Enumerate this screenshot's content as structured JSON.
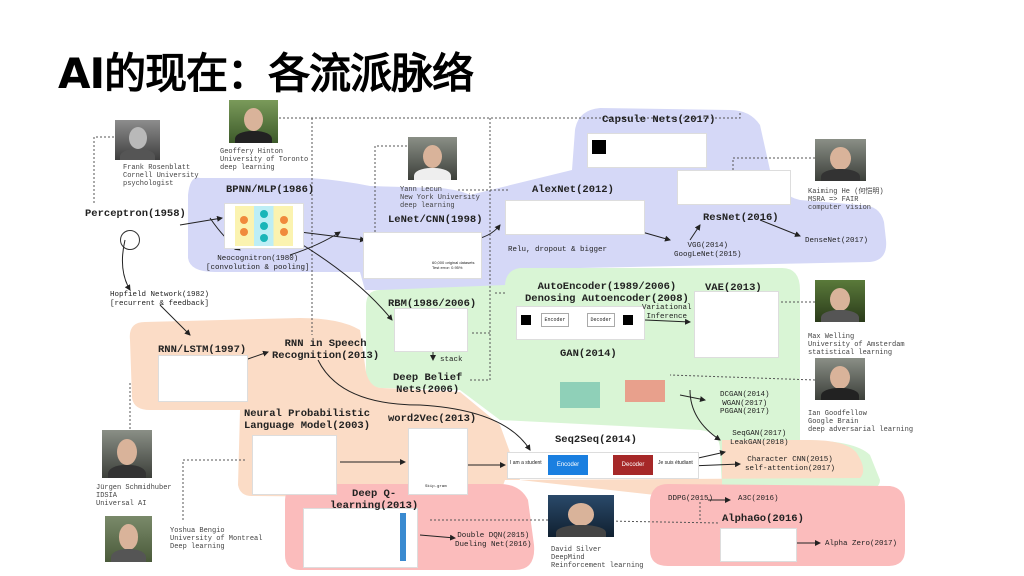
{
  "title": "AI的现在：各流派脉络",
  "colors": {
    "cnn_region": "#d5d8f7",
    "generative_region": "#d9f5d5",
    "sequence_region": "#fbdcc6",
    "rl_region": "#fbbcbc",
    "encoder": "#1a7fe0",
    "decoder": "#a62828"
  },
  "people": {
    "rosenblatt": "Frank Rosenblatt\nCornell University\npsychologist",
    "hinton": "Geoffery Hinton\nUniversity of Toronto\ndeep learning",
    "lecun": "Yann Lecun\nNew York University\ndeep learning",
    "kaiming": "Kaiming He (何恺明)\nMSRA => FAIR\ncomputer vision",
    "welling": "Max Welling\nUniversity of Amsterdam\nstatistical learning",
    "goodfellow": "Ian Goodfellow\nGoogle Brain\ndeep adversarial learning",
    "schmidhuber": "Jürgen Schmidhuber\nIDSIA\nUniversal AI",
    "bengio": "Yoshua Bengio\nUniversity of Montreal\nDeep learning",
    "silver": "David Silver\nDeepMind\nReinforcement learning"
  },
  "nodes": {
    "perceptron": "Perceptron(1958)",
    "bpnn": "BPNN/MLP(1986)",
    "neocognitron": "Neocognitron(1980)\n[convolution & pooling]",
    "lenet": "LeNet/CNN(1998)",
    "alexnet": "AlexNet(2012)",
    "alexnet_note": "Relu, dropout & bigger",
    "capsule": "Capsule Nets(2017)",
    "resnet": "ResNet(2016)",
    "vgg": "VGG(2014)\nGoogLeNet(2015)",
    "densenet": "DenseNet(2017)",
    "hopfield": "Hopfield Network(1982)\n[recurrent & feedback]",
    "rnn_lstm": "RNN/LSTM(1997)",
    "rnn_speech": "RNN in Speech\nRecognition(2013)",
    "rbm": "RBM(1986/2006)",
    "stack": "stack",
    "dbn": "Deep Belief\nNets(2006)",
    "autoencoder": "AutoEncoder(1989/2006)\nDenosing Autoencoder(2008)",
    "vae": "VAE(2013)",
    "variational": "Variational\nInference",
    "gan": "GAN(2014)",
    "gan_variants": "DCGAN(2014)\nWGAN(2017)\nPGGAN(2017)",
    "seqgan": "SeqGAN(2017)\nLeakGAN(2018)",
    "seq2seq": "Seq2Seq(2014)",
    "char_cnn": "Character CNN(2015)\nself-attention(2017)",
    "nplm": "Neural Probabilistic\nLanguage Model(2003)",
    "word2vec": "word2Vec(2013)",
    "dqn": "Deep Q-\nlearning(2013)",
    "double_dqn": "Double DQN(2015)\nDueling Net(2016)",
    "ddpg": "DDPG(2015)",
    "a3c": "A3C(2016)",
    "alphago": "AlphaGo(2016)",
    "alphazero": "Alpha Zero(2017)"
  },
  "figures": {
    "lenet_note": "60,000 original datasets\nTest error: 0.95%",
    "seq_input": "I am a student",
    "encoder": "Encoder",
    "decoder": "Decoder",
    "seq_output": "Je suis étudiant",
    "ae_encoder": "Encoder",
    "ae_decoder": "Decoder",
    "skip_gram": "Skip-gram"
  }
}
